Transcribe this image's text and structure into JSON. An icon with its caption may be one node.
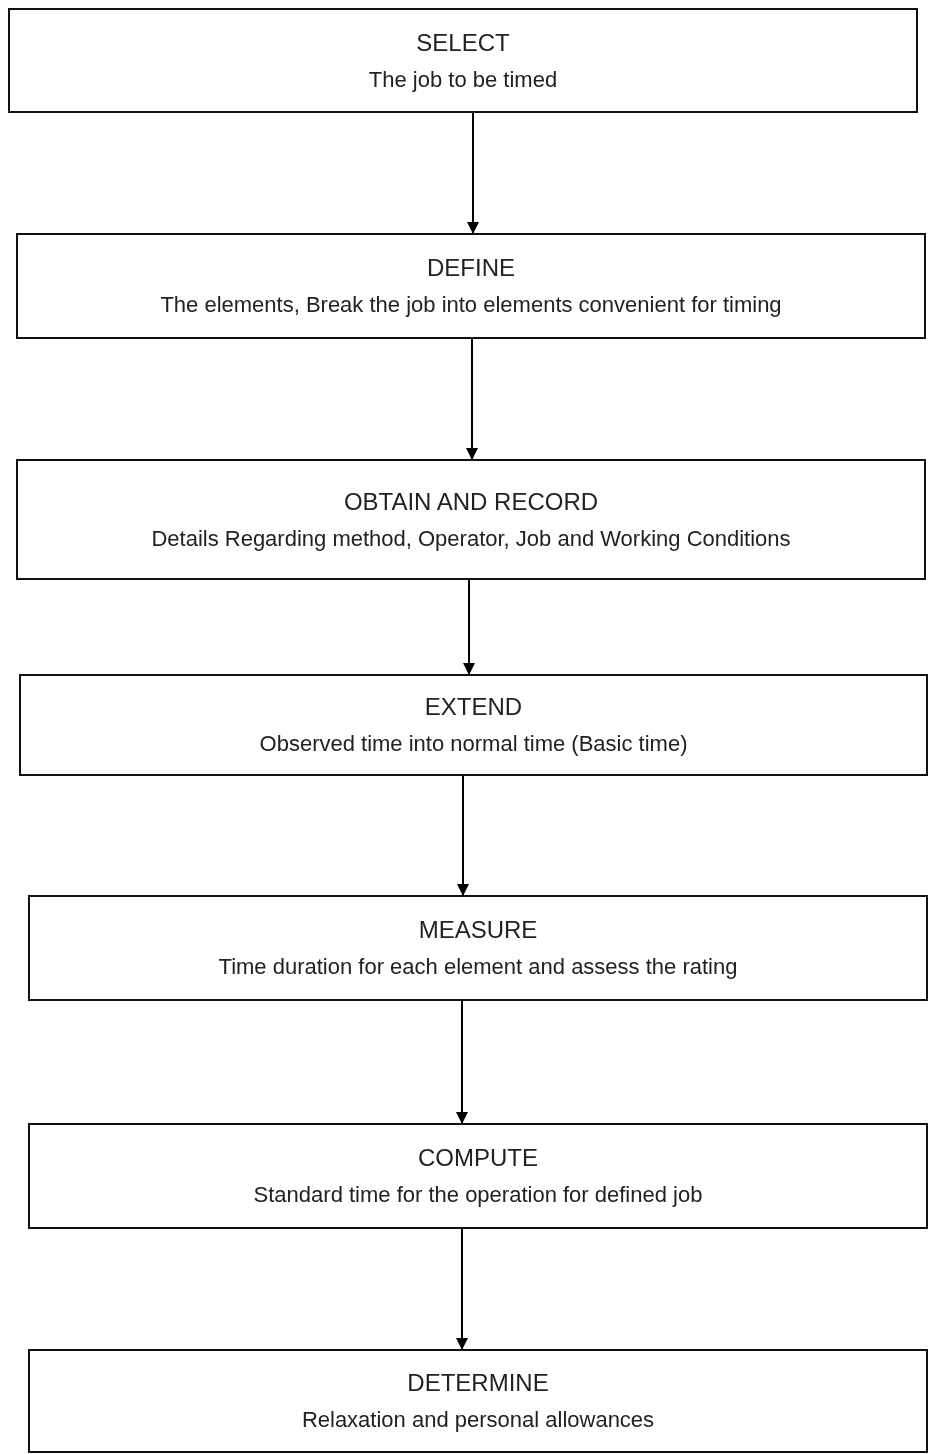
{
  "diagram": {
    "nodes": [
      {
        "text": [
          "SELECT",
          "The job to be timed"
        ]
      },
      {
        "text": [
          "DEFINE",
          "The elements, Break the job into elements convenient for timing"
        ]
      },
      {
        "text": [
          "OBTAIN AND RECORD",
          "Details Regarding method, Operator, Job and Working Conditions"
        ]
      },
      {
        "text": [
          "EXTEND",
          "Observed time into normal time (Basic time)"
        ]
      },
      {
        "text": [
          "MEASURE",
          "Time duration for each element and assess the rating"
        ]
      },
      {
        "text": [
          "COMPUTE",
          "Standard time for the operation for defined job"
        ]
      },
      {
        "text": [
          "DETERMINE",
          "Relaxation and personal allowances"
        ]
      }
    ],
    "edges": [
      {
        "from": 0,
        "to": 1,
        "arrow": "to"
      },
      {
        "from": 1,
        "to": 2,
        "arrow": "to"
      },
      {
        "from": 2,
        "to": 3,
        "arrow": "to"
      },
      {
        "from": 3,
        "to": 4,
        "arrow": "to"
      },
      {
        "from": 4,
        "to": 5,
        "arrow": "to"
      },
      {
        "from": 5,
        "to": 6,
        "arrow": "to"
      }
    ]
  }
}
